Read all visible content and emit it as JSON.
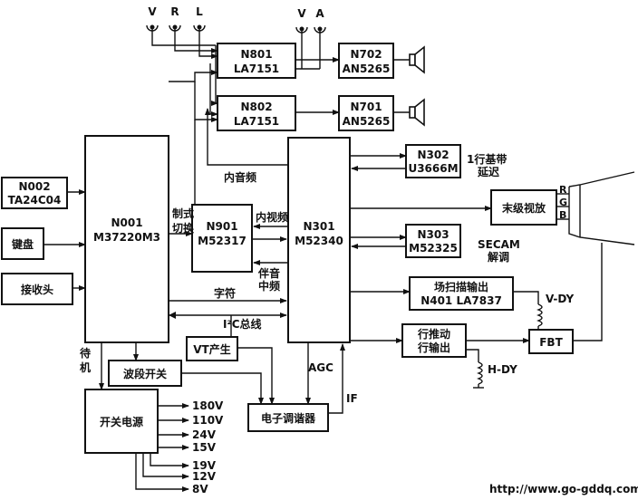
{
  "inputs": {
    "v": "V",
    "r": "R",
    "l": "L"
  },
  "outputs": {
    "v": "V",
    "a": "A"
  },
  "blocks": {
    "n801": [
      "N801",
      "LA7151"
    ],
    "n802": [
      "N802",
      "LA7151"
    ],
    "n702": [
      "N702",
      "AN5265"
    ],
    "n701": [
      "N701",
      "AN5265"
    ],
    "n002": [
      "N002",
      "TA24C04"
    ],
    "keyboard": "键盘",
    "receiver": "接收头",
    "n001": [
      "N001",
      "M37220M3"
    ],
    "n901": [
      "N901",
      "M52317"
    ],
    "n301": [
      "N301",
      "M52340"
    ],
    "n302": [
      "N302",
      "U3666M"
    ],
    "n303": [
      "N303",
      "M52325"
    ],
    "final_video": "末级视放",
    "vscan": [
      "场扫描输出",
      "N401 LA7837"
    ],
    "hdrive": [
      "行推动",
      "行输出"
    ],
    "fbt": "FBT",
    "vt": "VT产生",
    "band_switch": "波段开关",
    "tuner": "电子调谐器",
    "power": "开关电源"
  },
  "labels": {
    "inner_audio": "内音频",
    "standard_switch": [
      "制式",
      "切换"
    ],
    "inner_video": "内视频",
    "sound_if": [
      "伴音",
      "中频"
    ],
    "char": "字符",
    "i2c": "I²C总线",
    "agc": "AGC",
    "if": "IF",
    "standby": [
      "待",
      "机"
    ],
    "line_delay": [
      "1行基带",
      "延迟"
    ],
    "secam": [
      "SECAM",
      "解调"
    ],
    "rgb": [
      "R",
      "G",
      "B"
    ],
    "vdy": "V-DY",
    "hdy": "H-DY"
  },
  "voltages": [
    "180V",
    "110V",
    "24V",
    "15V",
    "19V",
    "12V",
    "8V"
  ],
  "watermark": "http://www.go-gddq.com"
}
